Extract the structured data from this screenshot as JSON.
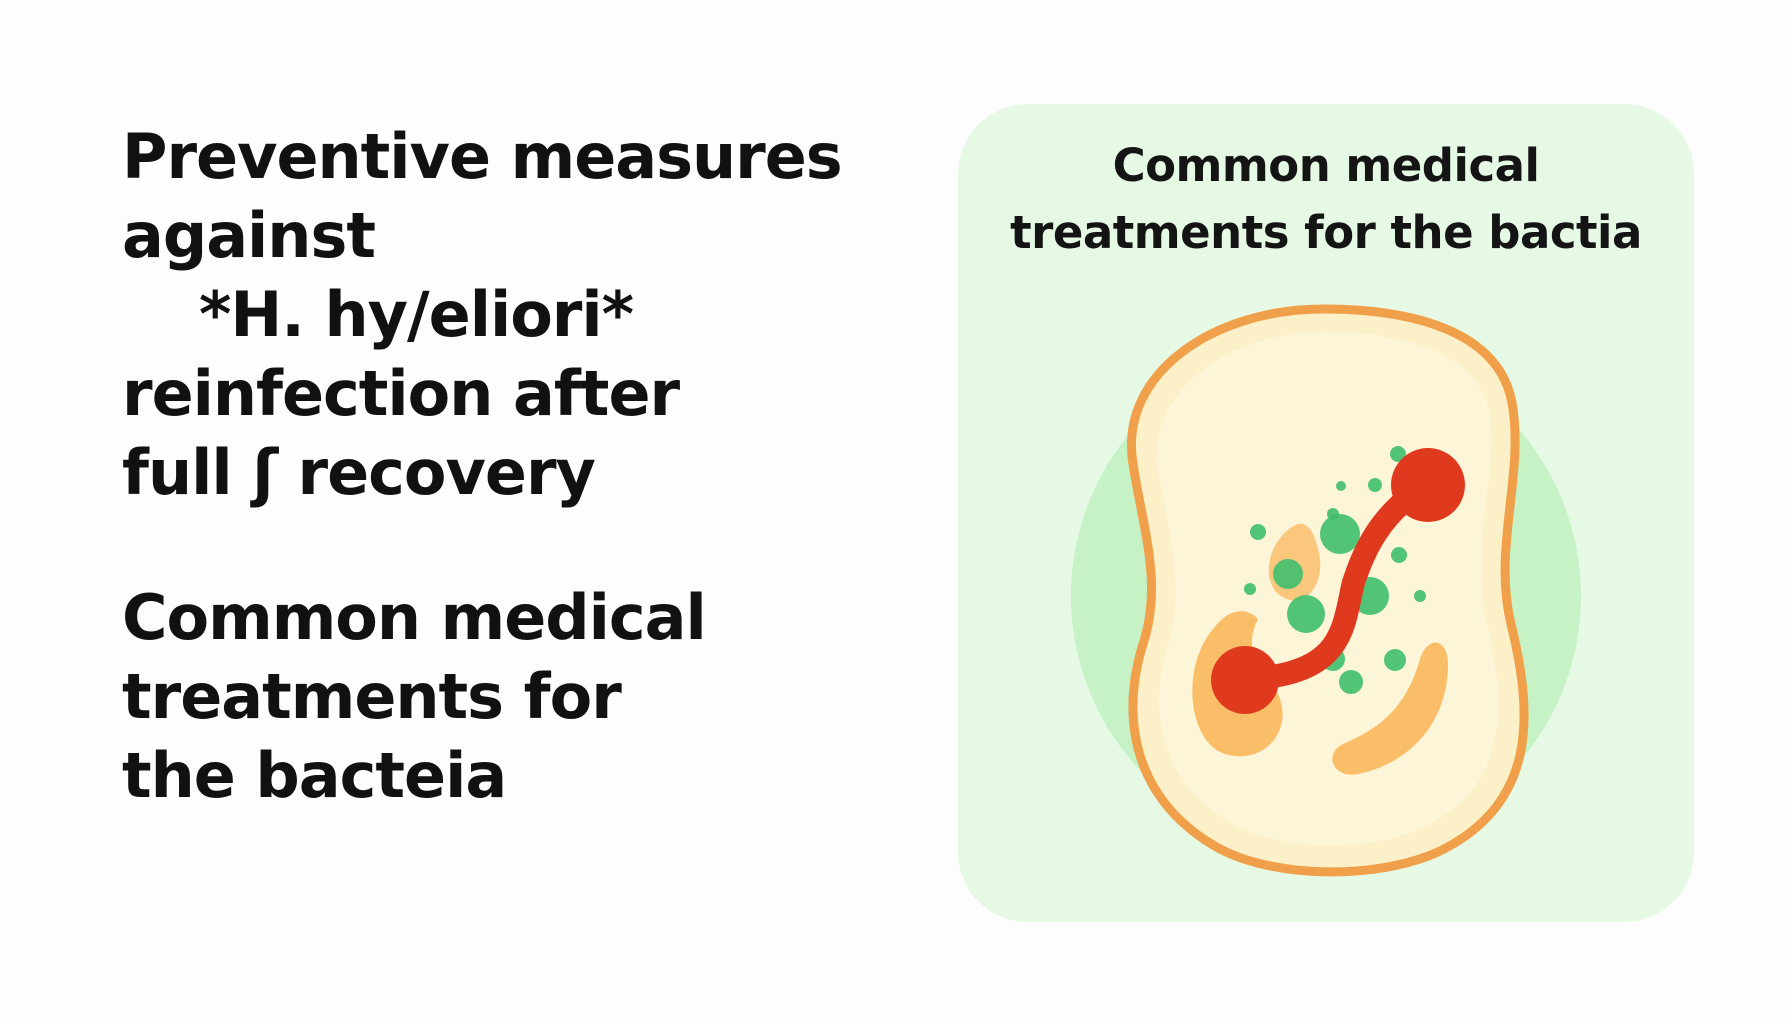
{
  "left_column": {
    "preventive_lines": [
      "Preventive measures",
      "against",
      "*H. hy/eliori*",
      "reinfection after",
      "full ʃ recovery"
    ],
    "treatment_lines": [
      "Common medical",
      "treatments for",
      "the bacteia"
    ]
  },
  "card": {
    "title_lines": [
      "Common medical",
      "treatments for the bactia"
    ],
    "illustration_icon": "bacterium-cell-icon"
  },
  "colors": {
    "page_background": "#fdfdfd",
    "card_background": "#e6f9e4",
    "halo": "#c6f2c6",
    "cell_fill": "#fcf0c8",
    "cell_outline": "#f0a04b",
    "flagellum": "#e03a1e",
    "spots": "#3fbf6e",
    "blobs": "#f9b456"
  }
}
